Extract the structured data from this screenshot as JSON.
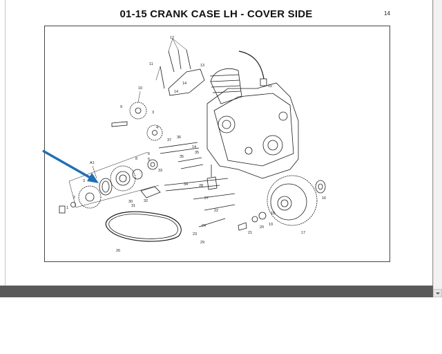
{
  "document": {
    "title": "01-15 CRANK CASE LH - COVER SIDE",
    "page_number": "14"
  },
  "diagram": {
    "part_numbers": [
      "1",
      "2",
      "3",
      "5",
      "6",
      "7",
      "8",
      "9",
      "10",
      "11",
      "12",
      "13",
      "14",
      "15",
      "16",
      "17",
      "18",
      "19",
      "20",
      "21",
      "23",
      "26",
      "27",
      "28",
      "29",
      "30",
      "31",
      "33",
      "34",
      "35",
      "36",
      "37",
      "A1"
    ],
    "callout": {
      "color": "#1f6fb5"
    }
  }
}
